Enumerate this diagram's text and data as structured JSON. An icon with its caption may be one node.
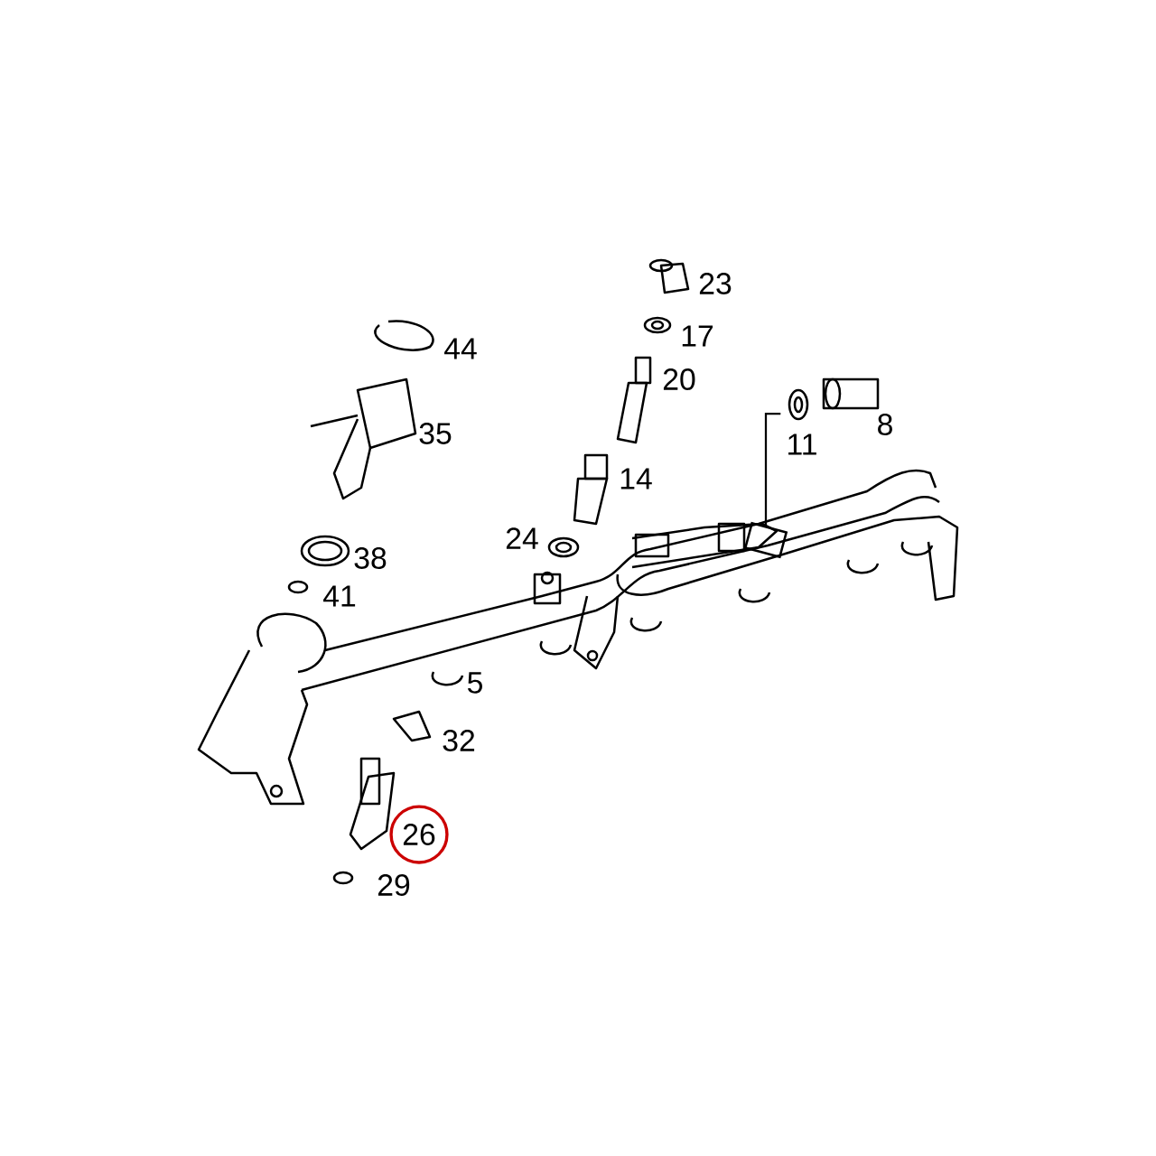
{
  "diagram": {
    "nodes": [
      {
        "text": [
          "11"
        ]
      },
      {
        "text": [],
        "shape": "picture"
      },
      {
        "text": [
          "26"
        ]
      }
    ],
    "edges": [
      {
        "from": 0,
        "to": 1,
        "arrow": "none"
      }
    ],
    "labels": [
      "23",
      "17",
      "44",
      "20",
      "8",
      "35",
      "14",
      "24",
      "38",
      "41",
      "5",
      "32",
      "29"
    ]
  }
}
